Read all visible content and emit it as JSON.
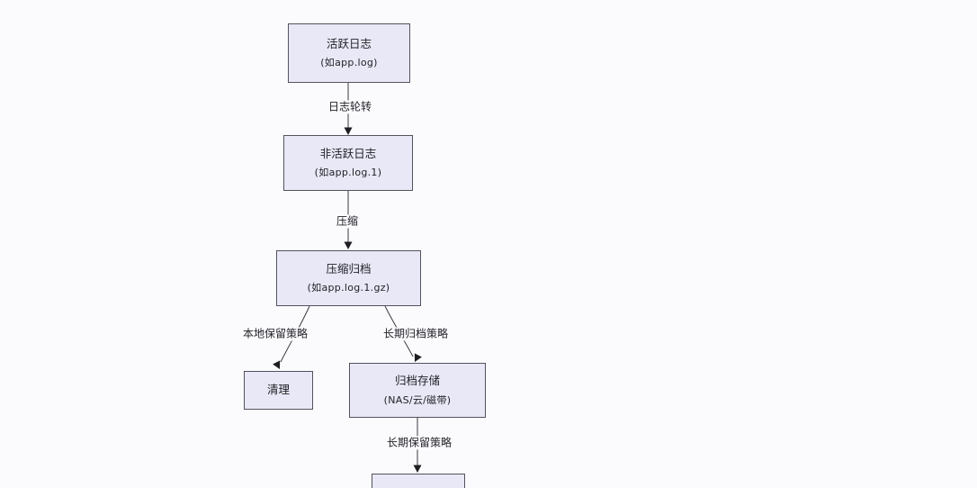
{
  "diagram": {
    "type": "flowchart-top-down",
    "topic": "log rotation and archival lifecycle",
    "colors": {
      "canvas_background": "#fbfbfe",
      "node_fill": "#e8e8f6",
      "node_border": "#53535e",
      "edge_line": "#3a3a42",
      "text": "#1f1f26"
    },
    "nodes": {
      "active_log": {
        "title": "活跃日志",
        "subtitle": "(如app.log)"
      },
      "inactive_log": {
        "title": "非活跃日志",
        "subtitle": "(如app.log.1)"
      },
      "compressed_archive": {
        "title": "压缩归档",
        "subtitle": "(如app.log.1.gz)"
      },
      "cleanup": {
        "title": "清理"
      },
      "archive_storage": {
        "title": "归档存储",
        "subtitle": "(NAS/云/磁带)"
      },
      "final": {
        "title": ""
      }
    },
    "edges": {
      "rotation": {
        "label": "日志轮转"
      },
      "compress": {
        "label": "压缩"
      },
      "local_retention": {
        "label": "本地保留策略"
      },
      "longterm_archive": {
        "label": "长期归档策略"
      },
      "longterm_retention": {
        "label": "长期保留策略"
      }
    }
  }
}
